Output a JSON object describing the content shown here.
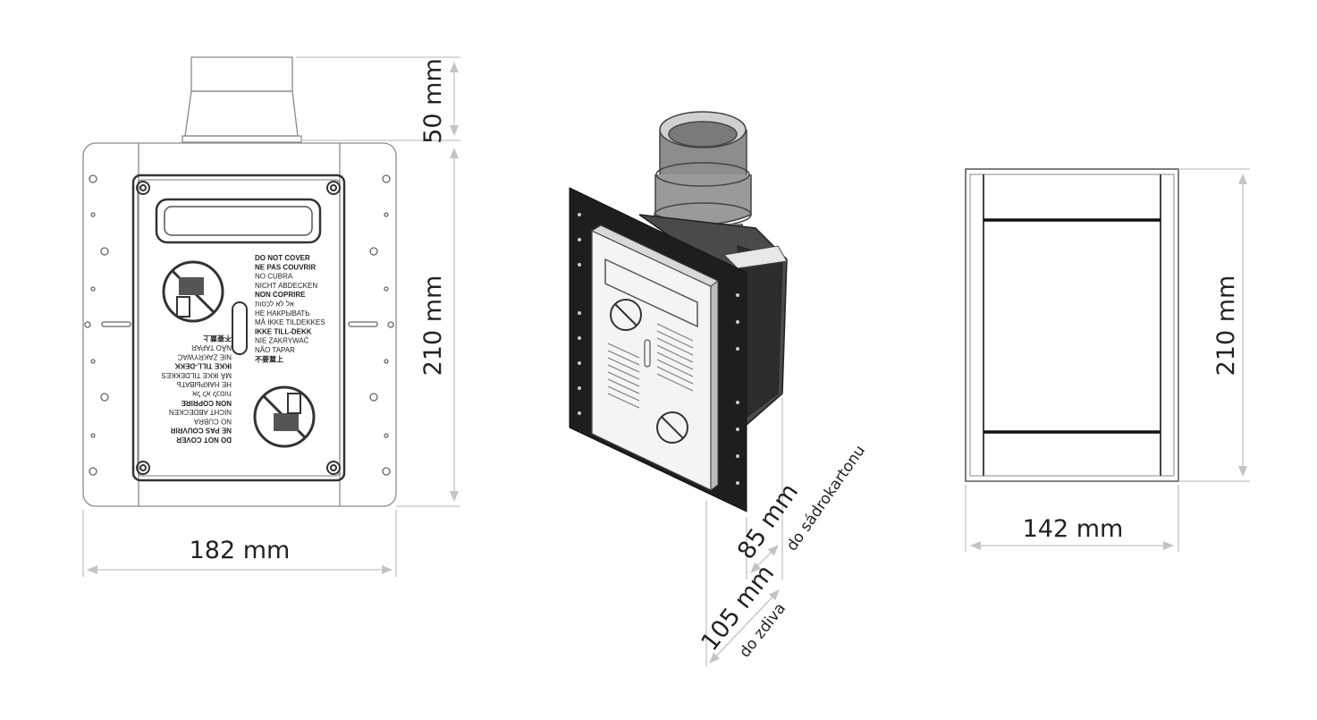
{
  "dimensions": {
    "top_pipe": "50 mm",
    "front_height": "210 mm",
    "front_width": "182 mm",
    "depth_plasterboard": "85 mm",
    "depth_plasterboard_note": "do sádrokartonu",
    "depth_wall": "105 mm",
    "depth_wall_note": "do zdiva",
    "side_height": "210 mm",
    "side_width": "142 mm"
  },
  "warning_label": {
    "lines": [
      {
        "text": "DO NOT COVER",
        "bold": true
      },
      {
        "text": "NE PAS COUVRIR",
        "bold": true
      },
      {
        "text": "NO CUBRA",
        "bold": false
      },
      {
        "text": "NICHT ABDECKEN",
        "bold": false
      },
      {
        "text": "NON COPRIRE",
        "bold": true
      },
      {
        "text": "אל לא לכסות",
        "bold": false
      },
      {
        "text": "НЕ НАКРЫВАТЬ",
        "bold": false
      },
      {
        "text": "MÅ IKKE TILDEKKES",
        "bold": false
      },
      {
        "text": "IKKE TILL-DEKK",
        "bold": true
      },
      {
        "text": "NIE ZAKRYWAĆ",
        "bold": false
      },
      {
        "text": "NÃO TAPAR",
        "bold": false
      },
      {
        "text": "不要蓋上",
        "bold": true
      }
    ]
  },
  "colors": {
    "line": "#8a8a8a",
    "dim_line": "#c4c4c4",
    "ink": "#222222",
    "frame_dark": "#1e1e1e"
  }
}
